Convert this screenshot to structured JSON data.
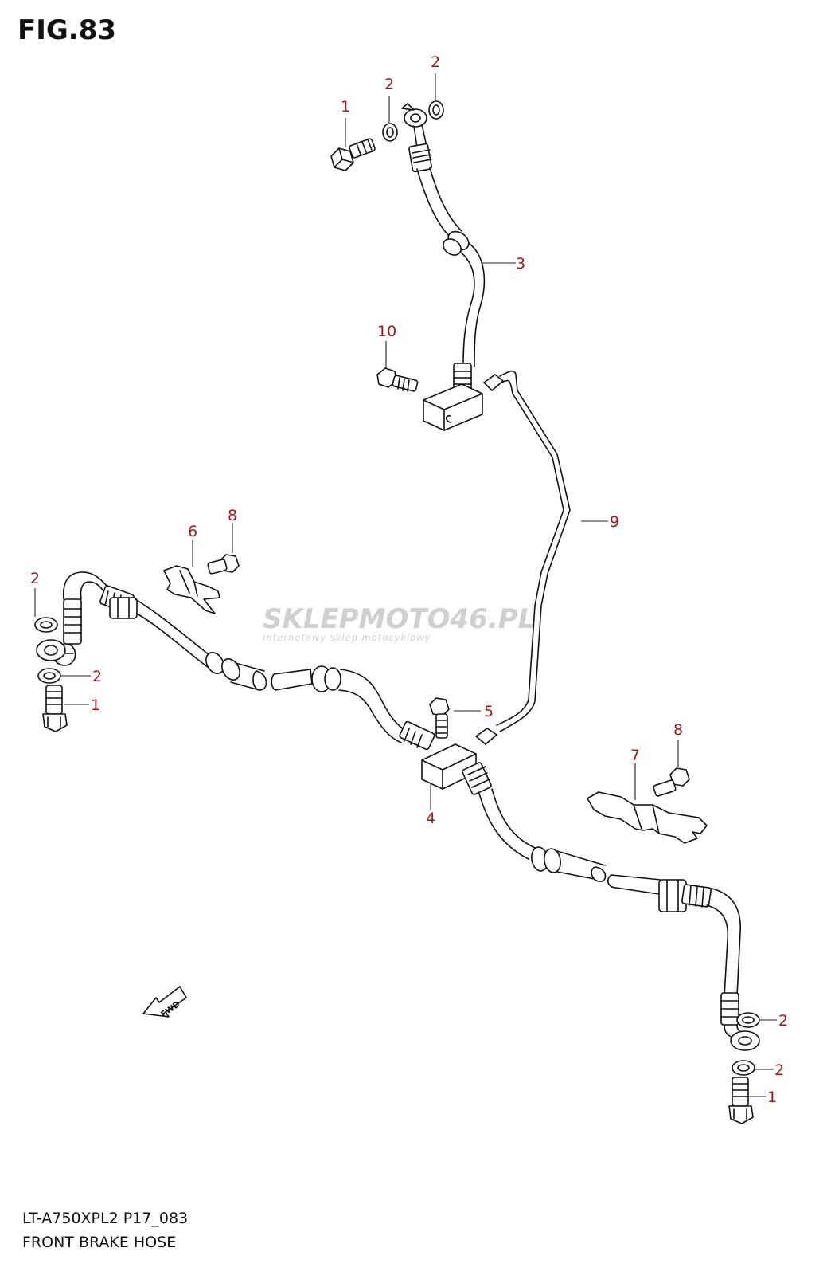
{
  "figure": {
    "title": "FIG.83",
    "model_code": "LT-A750XPL2 P17_083",
    "caption": "FRONT BRAKE HOSE"
  },
  "watermark": {
    "brand": "SKLEPMOTO46.PL",
    "tagline": "internetowy sklep motocyklowy"
  },
  "fwd_marker": "FWD",
  "callouts": [
    "1",
    "2",
    "2",
    "3",
    "10",
    "9",
    "8",
    "6",
    "2",
    "2",
    "1",
    "5",
    "4",
    "8",
    "7",
    "2",
    "2",
    "1"
  ],
  "colors": {
    "callout": "#9b1b1b",
    "line": "#111111",
    "watermark_grey": "#c8c8c8",
    "watermark_red": "#e23a3a"
  }
}
